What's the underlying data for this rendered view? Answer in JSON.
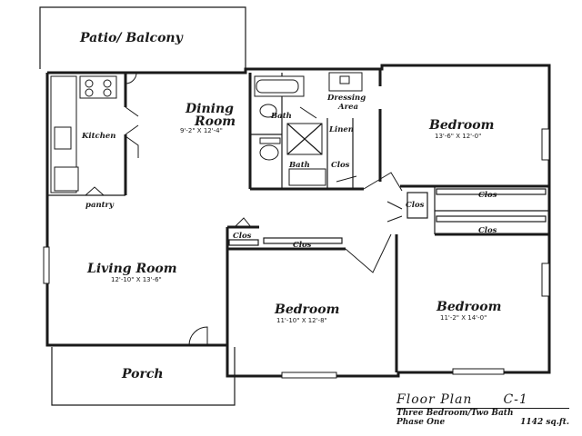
{
  "rooms": {
    "patio": {
      "name": "Patio/ Balcony"
    },
    "kitchen": {
      "name": "Kitchen"
    },
    "pantry": {
      "name": "pantry"
    },
    "dining": {
      "name_line1": "Dining",
      "name_line2": "Room",
      "dims": "9'-2\" X 12'-4\""
    },
    "bath1": {
      "name": "Bath"
    },
    "dressing": {
      "name_line1": "Dressing",
      "name_line2": "Area"
    },
    "linen": {
      "name": "Linen"
    },
    "bath2": {
      "name": "Bath"
    },
    "clos_bath": {
      "name": "Clos"
    },
    "bedroom_top": {
      "name": "Bedroom",
      "dims": "13'-6\" X 12'-0\""
    },
    "clos_top_right": {
      "name": "Clos"
    },
    "clos_hall_small": {
      "name": "Clos"
    },
    "clos_mid_right": {
      "name": "Clos"
    },
    "clos_hall_left": {
      "name": "Clos"
    },
    "clos_hall_long": {
      "name": "Clos"
    },
    "living": {
      "name": "Living Room",
      "dims": "12'-10\" X 13'-6\""
    },
    "bedroom_mid": {
      "name": "Bedroom",
      "dims": "11'-10\" X 12'-8\""
    },
    "bedroom_right": {
      "name": "Bedroom",
      "dims": "11'-2\" X 14'-0\""
    },
    "porch": {
      "name": "Porch"
    }
  },
  "caption": {
    "title": "Floor Plan",
    "code": "C-1",
    "line1_left": "Three Bedroom/Two Bath",
    "line2_left": "Phase One",
    "line2_right": "1142 sq.ft."
  }
}
